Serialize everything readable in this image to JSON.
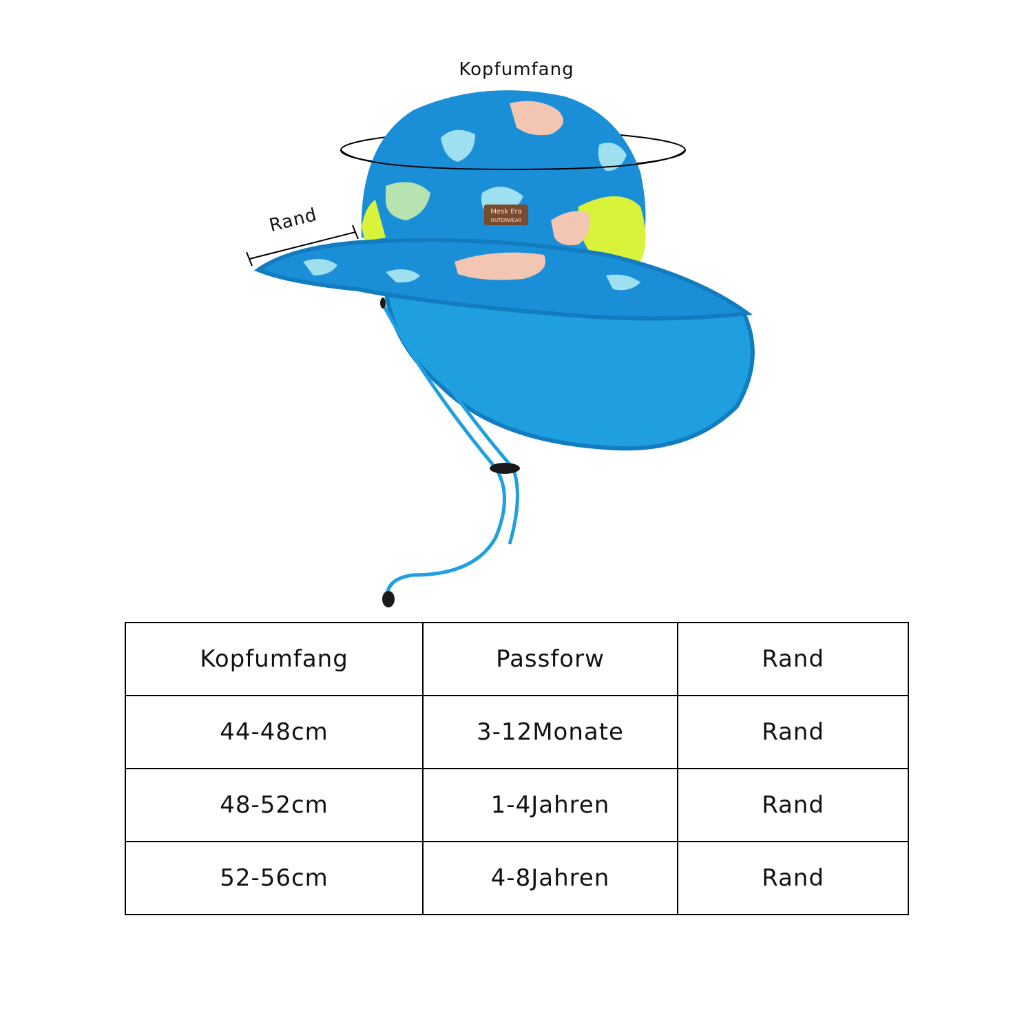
{
  "labels": {
    "head_circumference": "Kopfumfang",
    "brim": "Rand"
  },
  "hat": {
    "badge_line1": "Mesk Era",
    "badge_line2": "OUTERWEAR",
    "colors": {
      "body": "#1a8fd8",
      "brim_underside": "#1f9fe0",
      "mesh": "#d9f23a",
      "dino": "#f3c6b4",
      "leaf": "#9fe0f0",
      "badge": "#7a4a2e"
    }
  },
  "table": {
    "headers": [
      "Kopfumfang",
      "Passforw",
      "Rand"
    ],
    "rows": [
      [
        "44-48cm",
        "3-12Monate",
        "Rand"
      ],
      [
        "48-52cm",
        "1-4Jahren",
        "Rand"
      ],
      [
        "52-56cm",
        "4-8Jahren",
        "Rand"
      ]
    ]
  }
}
